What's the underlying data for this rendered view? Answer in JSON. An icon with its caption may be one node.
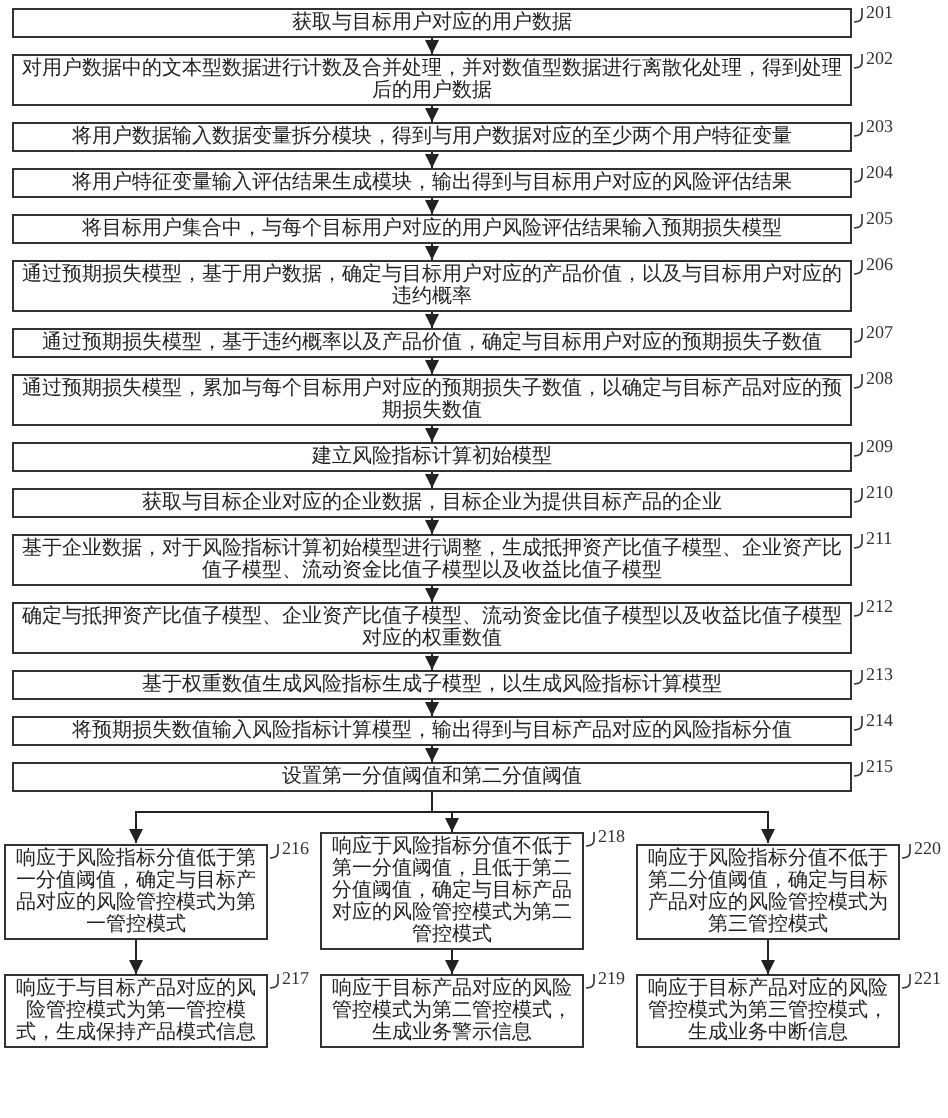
{
  "diagram": {
    "nodes": [
      {
        "text": [
          "获取与目标用户对应的用户数据"
        ],
        "beside": [
          "201"
        ]
      },
      {
        "text": [
          "对用户数据中的文本型数据进行计数及合并处理，并对数值型数据进行离散化处理，得到处理后的用户数据"
        ],
        "beside": [
          "202"
        ]
      },
      {
        "text": [
          "将用户数据输入数据变量拆分模块，得到与用户数据对应的至少两个用户特征变量"
        ],
        "beside": [
          "203"
        ]
      },
      {
        "text": [
          "将用户特征变量输入评估结果生成模块，输出得到与目标用户对应的风险评估结果"
        ],
        "beside": [
          "204"
        ]
      },
      {
        "text": [
          "将目标用户集合中，与每个目标用户对应的用户风险评估结果输入预期损失模型"
        ],
        "beside": [
          "205"
        ]
      },
      {
        "text": [
          "通过预期损失模型，基于用户数据，确定与目标用户对应的产品价值，以及与目标用户对应的违约概率"
        ],
        "beside": [
          "206"
        ]
      },
      {
        "text": [
          "通过预期损失模型，基于违约概率以及产品价值，确定与目标用户对应的预期损失子数值"
        ],
        "beside": [
          "207"
        ]
      },
      {
        "text": [
          "通过预期损失模型，累加与每个目标用户对应的预期损失子数值，以确定与目标产品对应的预期损失数值"
        ],
        "beside": [
          "208"
        ]
      },
      {
        "text": [
          "建立风险指标计算初始模型"
        ],
        "beside": [
          "209"
        ]
      },
      {
        "text": [
          "获取与目标企业对应的企业数据，目标企业为提供目标产品的企业"
        ],
        "beside": [
          "210"
        ]
      },
      {
        "text": [
          "基于企业数据，对于风险指标计算初始模型进行调整，生成抵押资产比值子模型、企业资产比值子模型、流动资金比值子模型以及收益比值子模型"
        ],
        "beside": [
          "211"
        ]
      },
      {
        "text": [
          "确定与抵押资产比值子模型、企业资产比值子模型、流动资金比值子模型以及收益比值子模型对应的权重数值"
        ],
        "beside": [
          "212"
        ]
      },
      {
        "text": [
          "基于权重数值生成风险指标生成子模型，以生成风险指标计算模型"
        ],
        "beside": [
          "213"
        ]
      },
      {
        "text": [
          "将预期损失数值输入风险指标计算模型，输出得到与目标产品对应的风险指标分值"
        ],
        "beside": [
          "214"
        ]
      },
      {
        "text": [
          "设置第一分值阈值和第二分值阈值"
        ],
        "beside": [
          "215"
        ]
      },
      {
        "text": [
          "响应于风险指标分值低于第一分值阈值，确定与目标产品对应的风险管控模式为第一管控模式"
        ],
        "beside": [
          "216"
        ]
      },
      {
        "text": [
          "响应于与目标产品对应的风险管控模式为第一管控模式，生成保持产品模式信息"
        ],
        "beside": [
          "217"
        ]
      },
      {
        "text": [
          "响应于风险指标分值不低于第一分值阈值，且低于第二分值阈值，确定与目标产品对应的风险管控模式为第二管控模式"
        ],
        "beside": [
          "218"
        ]
      },
      {
        "text": [
          "响应于目标产品对应的风险管控模式为第二管控模式，生成业务警示信息"
        ],
        "beside": [
          "219"
        ]
      },
      {
        "text": [
          "响应于风险指标分值不低于第二分值阈值，确定与目标产品对应的风险管控模式为第三管控模式"
        ],
        "beside": [
          "220"
        ]
      },
      {
        "text": [
          "响应于目标产品对应的风险管控模式为第三管控模式，生成业务中断信息"
        ],
        "beside": [
          "221"
        ]
      }
    ],
    "edges": [
      {
        "from": 0,
        "to": 1,
        "arrow": "to"
      },
      {
        "from": 1,
        "to": 2,
        "arrow": "to"
      },
      {
        "from": 2,
        "to": 3,
        "arrow": "to"
      },
      {
        "from": 3,
        "to": 4,
        "arrow": "to"
      },
      {
        "from": 4,
        "to": 5,
        "arrow": "to"
      },
      {
        "from": 5,
        "to": 6,
        "arrow": "to"
      },
      {
        "from": 6,
        "to": 7,
        "arrow": "to"
      },
      {
        "from": 7,
        "to": 8,
        "arrow": "to"
      },
      {
        "from": 8,
        "to": 9,
        "arrow": "to"
      },
      {
        "from": 9,
        "to": 10,
        "arrow": "to"
      },
      {
        "from": 10,
        "to": 11,
        "arrow": "to"
      },
      {
        "from": 11,
        "to": 12,
        "arrow": "to"
      },
      {
        "from": 12,
        "to": 13,
        "arrow": "to"
      },
      {
        "from": 13,
        "to": 14,
        "arrow": "to"
      },
      {
        "from": 14,
        "to": 15,
        "arrow": "to"
      },
      {
        "from": 14,
        "to": 17,
        "arrow": "to"
      },
      {
        "from": 14,
        "to": 19,
        "arrow": "to"
      },
      {
        "from": 15,
        "to": 16,
        "arrow": "to"
      },
      {
        "from": 17,
        "to": 18,
        "arrow": "to"
      },
      {
        "from": 19,
        "to": 20,
        "arrow": "to"
      }
    ]
  }
}
